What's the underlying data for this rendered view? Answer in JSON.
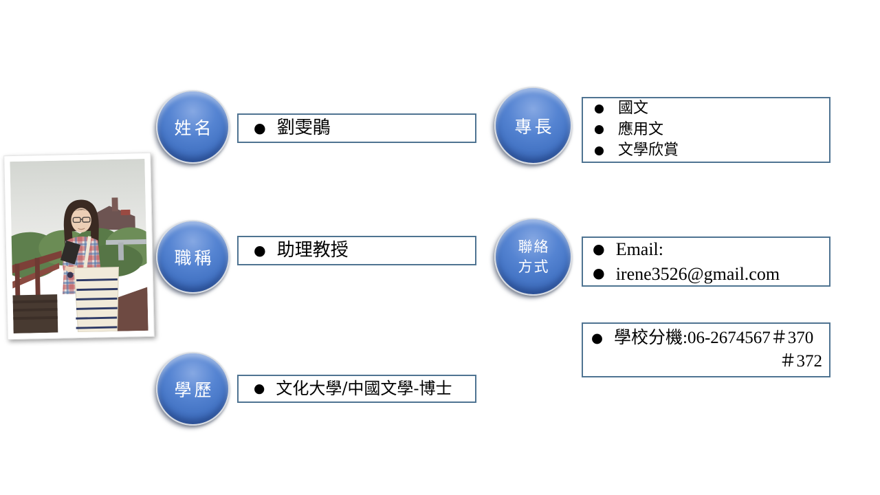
{
  "bullet_glyph": "●",
  "colors": {
    "badge_blue": "#4676C6",
    "badge_text": "#FFFFFF",
    "box_border": "#4E7391",
    "text": "#000000",
    "background": "#FFFFFF"
  },
  "badges": {
    "name": "姓名",
    "title": "職稱",
    "education": "學歷",
    "specialty": "專長",
    "contact_line1": "聯絡",
    "contact_line2": "方式"
  },
  "fields": {
    "name": "劉雯鵑",
    "title": "助理教授",
    "education": "文化大學/中國文學-博士",
    "specialty": [
      "國文",
      "應用文",
      "文學欣賞"
    ],
    "contact": [
      "Email:",
      "irene3526@gmail.com"
    ],
    "phone_line1": "學校分機:06-2674567＃370",
    "phone_line2": "＃372"
  }
}
